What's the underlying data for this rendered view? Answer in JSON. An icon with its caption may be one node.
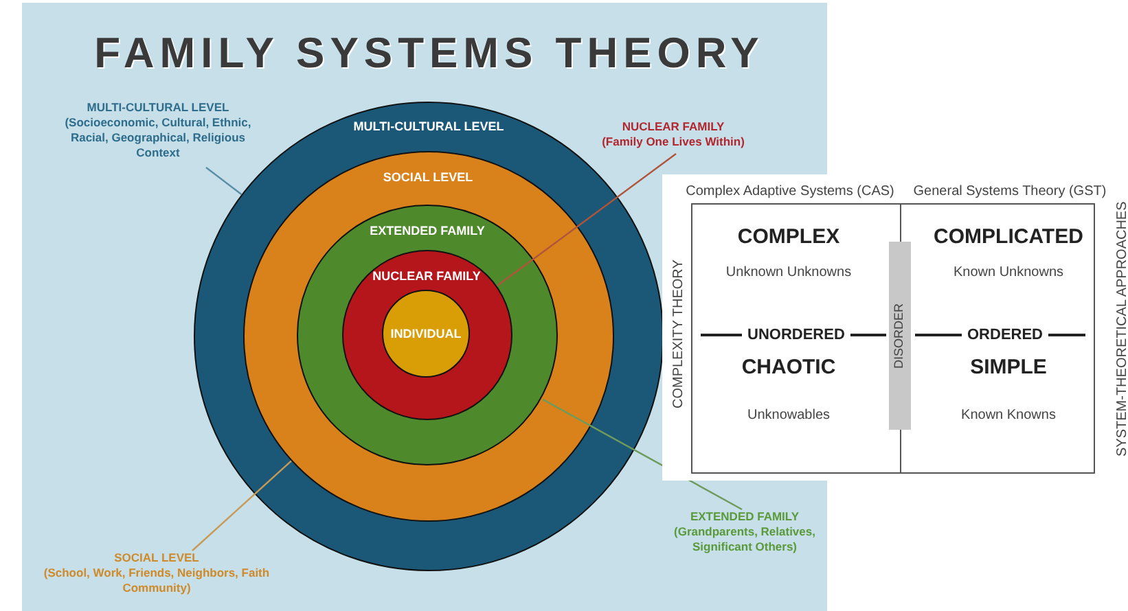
{
  "diagram": {
    "title": "FAMILY SYSTEMS THEORY",
    "nodes": [
      {
        "text": [
          "MULTI-CULTURAL LEVEL"
        ]
      },
      {
        "text": [
          "SOCIAL LEVEL"
        ],
        "in": 0
      },
      {
        "text": [
          "EXTENDED FAMILY"
        ],
        "in": 1
      },
      {
        "text": [
          "NUCLEAR FAMILY"
        ],
        "in": 2
      },
      {
        "text": [
          "INDIVIDUAL"
        ],
        "in": 3
      },
      {
        "text": [
          "MULTI-CULTURAL LEVEL",
          "(Socioeconomic, Cultural, Ethnic, Racial, Geographical, Religious Context"
        ]
      },
      {
        "text": [
          "NUCLEAR FAMILY",
          "(Family One Lives Within)"
        ]
      },
      {
        "text": [
          "SOCIAL LEVEL",
          "(School, Work, Friends, Neighbors, Faith Community)"
        ]
      },
      {
        "text": [
          "EXTENDED FAMILY",
          "(Grandparents, Relatives, Significant Others)"
        ]
      },
      {
        "text": [
          "COMPLEX",
          "Unknown Unknowns"
        ]
      },
      {
        "text": [
          "COMPLICATED",
          "Known Unknowns"
        ]
      },
      {
        "text": [
          "CHAOTIC",
          "Unknowables"
        ]
      },
      {
        "text": [
          "SIMPLE",
          "Known Knowns"
        ]
      },
      {
        "text": [
          "DISORDER"
        ]
      }
    ],
    "edges": [
      {
        "from": 5,
        "to": 0,
        "arrow": "none",
        "color": "#5b8ea6"
      },
      {
        "from": 6,
        "to": 3,
        "arrow": "none",
        "color": "#b0553a"
      },
      {
        "from": 7,
        "to": 1,
        "arrow": "none",
        "color": "#c79a55"
      },
      {
        "from": 8,
        "to": 2,
        "arrow": "none",
        "color": "#6f9a5a"
      }
    ],
    "labels": [
      "Complex Adaptive Systems (CAS)",
      "General Systems Theory (GST)",
      "COMPLEXITY THEORY",
      "SYSTEM-THEORETICAL APPROACHES",
      "UNORDERED",
      "ORDERED"
    ]
  }
}
